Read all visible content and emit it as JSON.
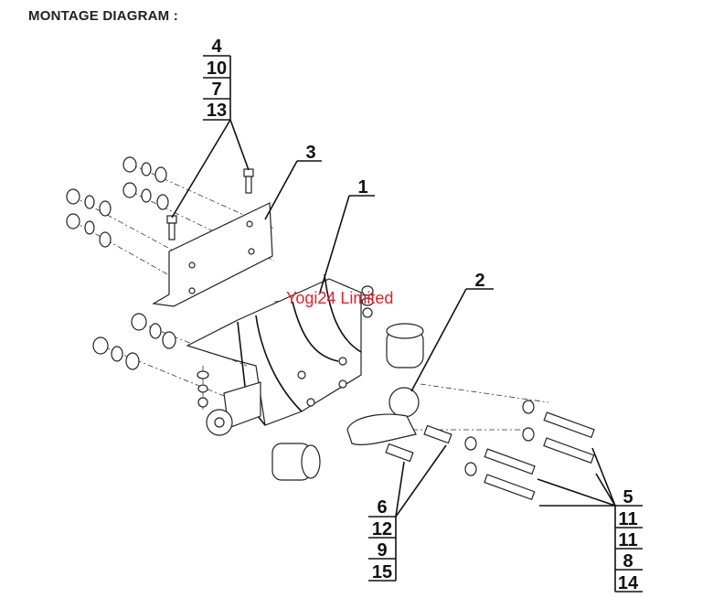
{
  "title": "MONTAGE DIAGRAM :",
  "watermark": "Yogi24 Limited",
  "callouts": {
    "group_a": [
      "4",
      "10",
      "7",
      "13"
    ],
    "part_3": "3",
    "part_1": "1",
    "part_2": "2",
    "group_b": [
      "6",
      "12",
      "9",
      "15"
    ],
    "group_c": [
      "5",
      "11",
      "11",
      "8",
      "14"
    ]
  }
}
